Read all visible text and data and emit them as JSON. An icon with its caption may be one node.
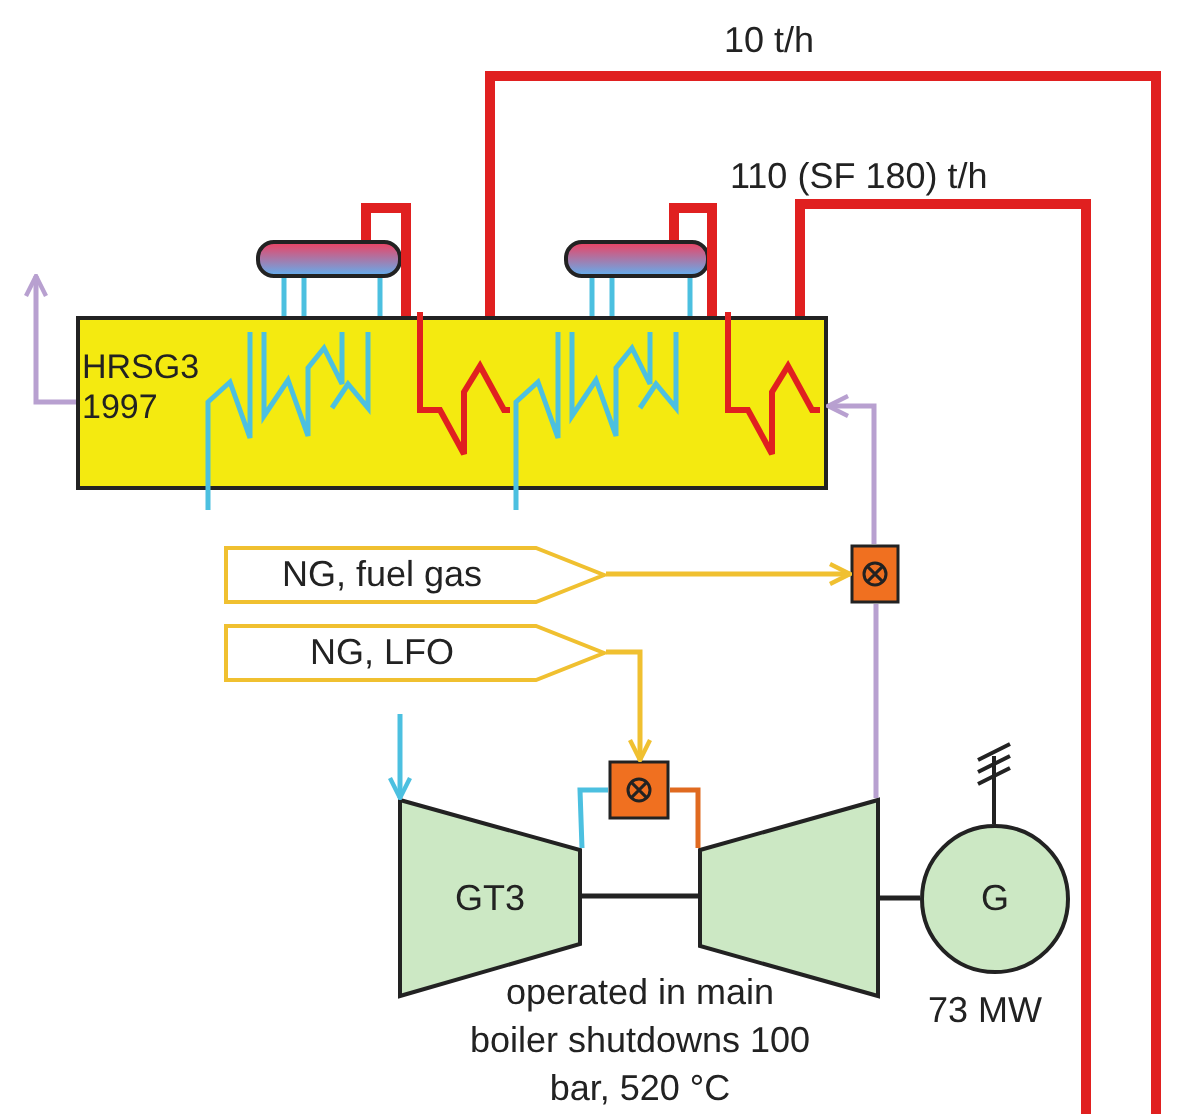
{
  "diagram": {
    "nodes": [
      {
        "text": [
          "HRSG3 1997"
        ]
      },
      {
        "text": [],
        "shape": "cylinder"
      },
      {
        "text": [],
        "shape": "cylinder"
      },
      {
        "text": [
          "NG, fuel gas"
        ]
      },
      {
        "text": [
          "NG, LFO"
        ]
      },
      {
        "text": [],
        "shape": "box"
      },
      {
        "text": [],
        "shape": "box"
      },
      {
        "text": [
          "GT3"
        ]
      },
      {
        "text": [],
        "shape": "trapezoid"
      },
      {
        "text": [
          "G"
        ],
        "beside": [
          "73 MW"
        ]
      }
    ],
    "edges": [
      {
        "from": 3,
        "to": 5,
        "arrow": "to",
        "color": "#f0c030"
      },
      {
        "from": 4,
        "to": 6,
        "arrow": "to",
        "color": "#f0c030"
      },
      {
        "from": null,
        "to": 7,
        "arrow": "to",
        "color": "#4cc0e0"
      },
      {
        "from": 7,
        "to": 6,
        "arrow": "none",
        "color": "#4cc0e0"
      },
      {
        "from": 6,
        "to": 8,
        "arrow": "none",
        "color": "#e06a20"
      },
      {
        "from": 7,
        "to": 8,
        "arrow": "none",
        "color": "#222222"
      },
      {
        "from": 8,
        "to": 9,
        "arrow": "none",
        "color": "#222222"
      },
      {
        "from": 8,
        "to": 5,
        "arrow": "none",
        "color": "#b8a0d0"
      },
      {
        "from": 5,
        "to": 0,
        "arrow": "to",
        "color": "#b8a0d0"
      },
      {
        "from": 0,
        "to": null,
        "arrow": "to",
        "color": "#b8a0d0"
      },
      {
        "from": 0,
        "to": null,
        "arrow": "none",
        "label": "10 t/h",
        "style": "thick",
        "color": "#e02020"
      },
      {
        "from": 0,
        "to": null,
        "arrow": "none",
        "label": "110 (SF 180) t/h",
        "style": "thick",
        "color": "#e02020"
      },
      {
        "from": 1,
        "to": 0,
        "arrow": "none",
        "color": "#4cc0e0"
      },
      {
        "from": 1,
        "to": 0,
        "arrow": "none",
        "style": "thick",
        "color": "#e02020"
      },
      {
        "from": 2,
        "to": 0,
        "arrow": "none",
        "color": "#4cc0e0"
      },
      {
        "from": 2,
        "to": 0,
        "arrow": "none",
        "style": "thick",
        "color": "#e02020"
      }
    ],
    "labels": [
      "operated in main boiler shutdowns 100 bar, 520 °C"
    ]
  }
}
